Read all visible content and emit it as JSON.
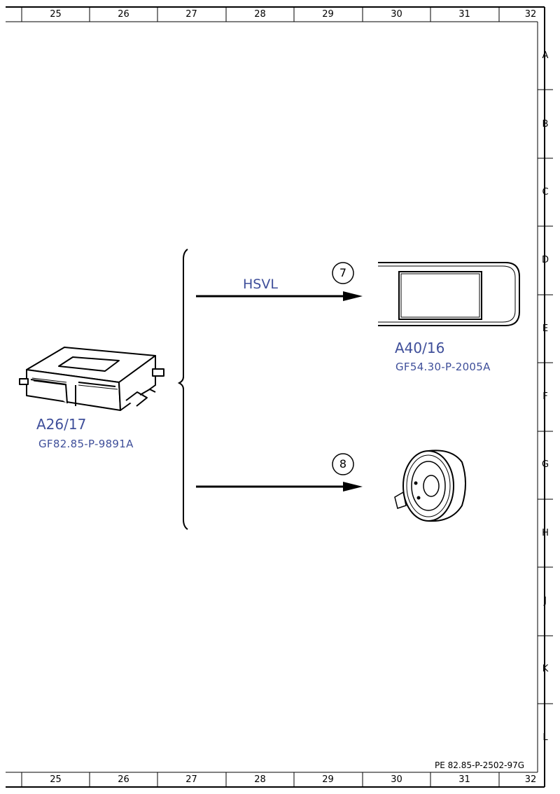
{
  "frame": {
    "columns": [
      "25",
      "26",
      "27",
      "28",
      "29",
      "30",
      "31",
      "32"
    ],
    "rows": [
      "A",
      "B",
      "C",
      "D",
      "E",
      "F",
      "G",
      "H",
      "J",
      "K",
      "L"
    ]
  },
  "components": {
    "source": {
      "code": "A26/17",
      "ref": "GF82.85-P-9891A"
    },
    "target1": {
      "code": "A40/16",
      "ref": "GF54.30-P-2005A"
    }
  },
  "signals": [
    {
      "circle": "7",
      "label": "HSVL"
    },
    {
      "circle": "8"
    }
  ],
  "document_ref": "PE 82.85-P-2502-97G",
  "colors": {
    "label": "#3f4f9a",
    "line": "#000000"
  }
}
